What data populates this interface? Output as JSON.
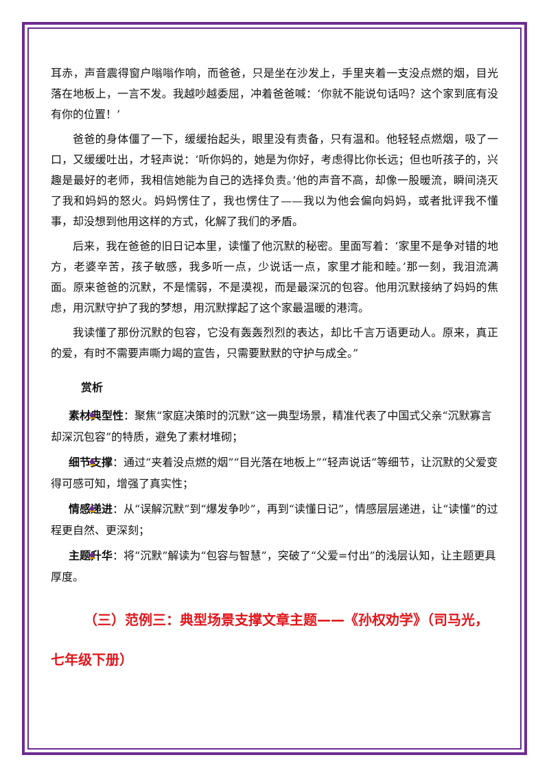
{
  "colors": {
    "border": "#6b2c91",
    "heading_red": "#e0161b",
    "text": "#111111"
  },
  "icons": {
    "bullet": "purple-diamond-bullet-icon"
  },
  "paragraphs": [
    "耳赤，声音震得窗户嗡嗡作响，而爸爸，只是坐在沙发上，手里夹着一支没点燃的烟，目光落在地板上，一言不发。我越吵越委屈，冲着爸爸喊：‘你就不能说句话吗？这个家到底有没有你的位置！’",
    "爸爸的身体僵了一下，缓缓抬起头，眼里没有责备，只有温和。他轻轻点燃烟，吸了一口，又缓缓吐出，才轻声说：‘听你妈的，她是为你好，考虑得比你长远；但也听孩子的，兴趣是最好的老师，我相信她能为自己的选择负责。’他的声音不高，却像一股暖流，瞬间浇灭了我和妈妈的怒火。妈妈愣住了，我也愣住了——我以为他会偏向妈妈，或者批评我不懂事，却没想到他用这样的方式，化解了我们的矛盾。",
    "后来，我在爸爸的旧日记本里，读懂了他沉默的秘密。里面写着：‘家里不是争对错的地方，老婆辛苦，孩子敏感，我多听一点，少说话一点，家里才能和睦。’那一刻，我泪流满面。原来爸爸的沉默，不是懦弱，不是漠视，而是最深沉的包容。他用沉默接纳了妈妈的焦虑，用沉默守护了我的梦想，用沉默撑起了这个家最温暖的港湾。",
    "我读懂了那份沉默的包容，它没有轰轰烈烈的表达，却比千言万语更动人。原来，真正的爱，有时不需要声嘶力竭的宣告，只需要默默的守护与成全。”"
  ],
  "analysis": {
    "heading": "赏析",
    "items": [
      {
        "title": "素材典型性",
        "text": "：聚焦“家庭决策时的沉默”这一典型场景，精准代表了中国式父亲“沉默寡言却深沉包容”的特质，避免了素材堆砌；"
      },
      {
        "title": "细节支撑",
        "text": "：通过“夹着没点燃的烟”“目光落在地板上”“轻声说话”等细节，让沉默的父爱变得可感可知，增强了真实性；"
      },
      {
        "title": "情感递进",
        "text": "：从“误解沉默”到“爆发争吵”，再到“读懂日记”，情感层层递进，让“读懂”的过程更自然、更深刻；"
      },
      {
        "title": "主题升华",
        "text": "：将“沉默”解读为“包容与智慧”，突破了“父爱=付出”的浅层认知，让主题更具厚度。"
      }
    ]
  },
  "section": {
    "title": "（三）范例三：典型场景支撑文章主题——《孙权劝学》（司马光，七年级下册）"
  }
}
